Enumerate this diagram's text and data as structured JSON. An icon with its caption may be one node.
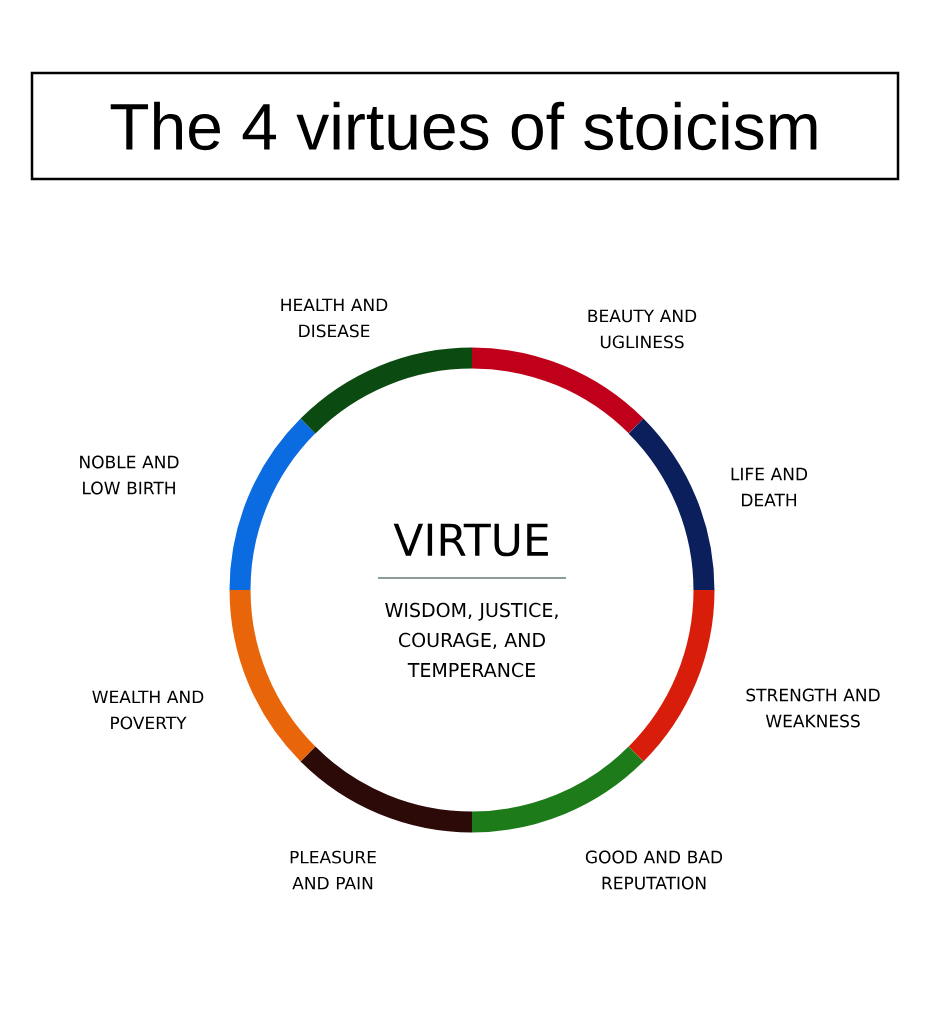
{
  "diagram": {
    "title": "The 4 virtues of stoicism",
    "nodes": [
      {
        "text": [
          "VIRTUE",
          "WISDOM, JUSTICE, COURAGE, AND TEMPERANCE"
        ]
      }
    ],
    "labels": [
      "HEALTH AND DISEASE",
      "BEAUTY AND UGLINESS",
      "NOBLE AND LOW BIRTH",
      "LIFE AND DEATH",
      "WEALTH AND POVERTY",
      "STRENGTH AND WEAKNESS",
      "PLEASURE AND PAIN",
      "GOOD AND BAD REPUTATION"
    ]
  }
}
